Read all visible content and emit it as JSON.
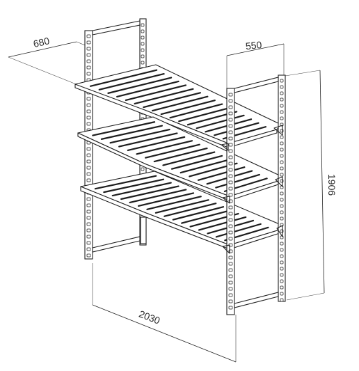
{
  "dimensions": {
    "depth": "680",
    "shelf_width": "550",
    "height": "1906",
    "length": "2030"
  },
  "colors": {
    "line": "#1e1e1e",
    "background": "#ffffff"
  }
}
